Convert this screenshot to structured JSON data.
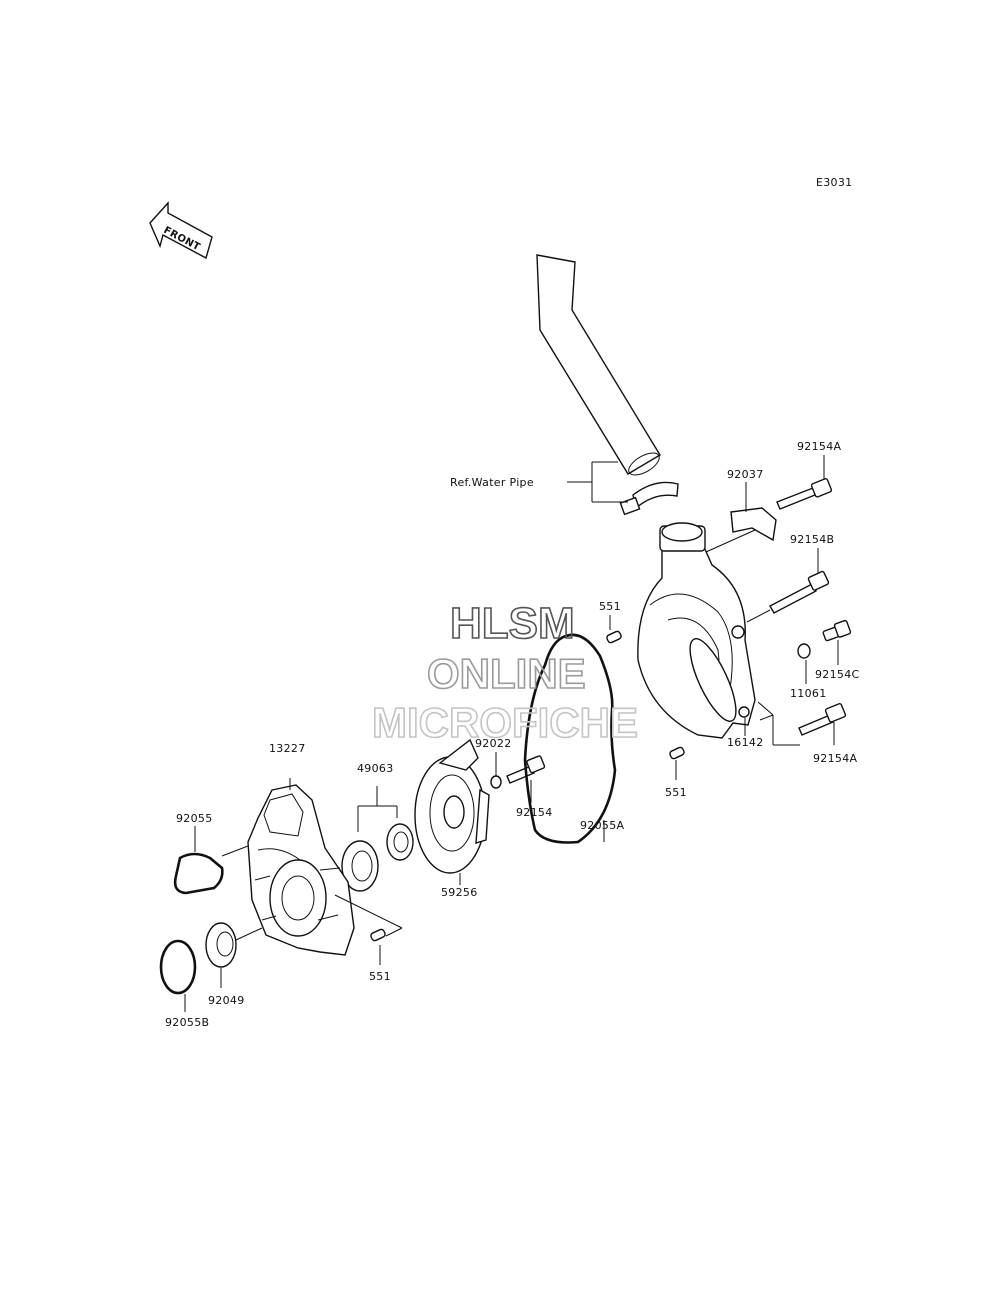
{
  "diagram_code": "E3031",
  "front_label": "FRONT",
  "ref_water_pipe": "Ref.Water Pipe",
  "watermark": {
    "line1": "HLSM",
    "line2": "ONLINE",
    "line3": "MICROFICHE"
  },
  "parts": {
    "p92154A_top": "92154A",
    "p92037": "92037",
    "p92154B": "92154B",
    "p551_upper": "551",
    "p92154C": "92154C",
    "p11061": "11061",
    "p92154A_low": "92154A",
    "p16142": "16142",
    "p551_right": "551",
    "p92022": "92022",
    "p92154": "92154",
    "p92055A": "92055A",
    "p13227": "13227",
    "p49063": "49063",
    "p92055": "92055",
    "p59256": "59256",
    "p551_lower": "551",
    "p92049": "92049",
    "p92055B": "92055B"
  }
}
